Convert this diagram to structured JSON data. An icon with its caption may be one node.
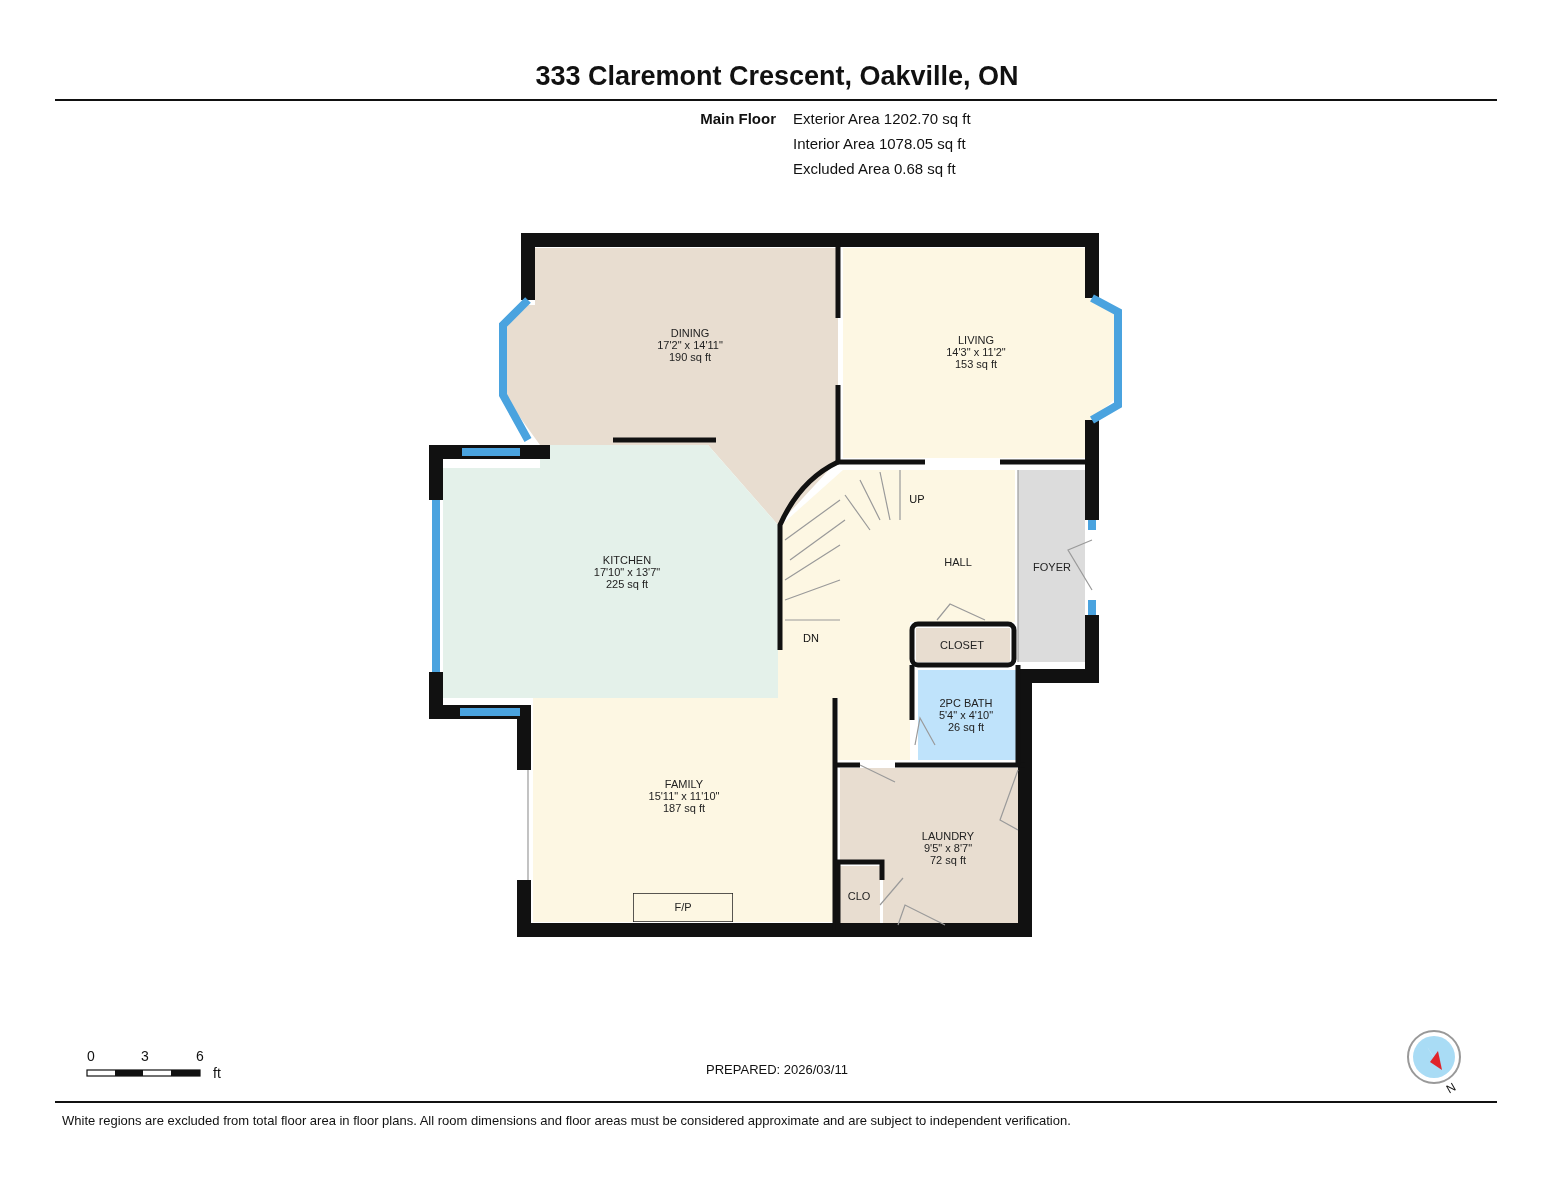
{
  "diagram": {
    "title": "333 Claremont Crescent, Oakville, ON",
    "nodes": [
      {
        "text": [
          "DINING",
          "17'2\" x 14'11\"",
          "190 sq ft"
        ]
      },
      {
        "text": [
          "LIVING",
          "14'3\" x 11'2\"",
          "153 sq ft"
        ]
      },
      {
        "text": [
          "KITCHEN",
          "17'10\" x 13'7\"",
          "225 sq ft"
        ]
      },
      {
        "text": [
          "HALL"
        ]
      },
      {
        "text": [
          "FOYER"
        ]
      },
      {
        "text": [
          "CLOSET"
        ]
      },
      {
        "text": [
          "2PC BATH",
          "5'4\" x 4'10\"",
          "26 sq ft"
        ]
      },
      {
        "text": [
          "FAMILY",
          "15'11\" x 11'10\"",
          "187 sq ft"
        ]
      },
      {
        "text": [
          "F/P"
        ],
        "in": 7
      },
      {
        "text": [
          "LAUNDRY",
          "9'5\" x 8'7\"",
          "72 sq ft"
        ]
      },
      {
        "text": [
          "CLO"
        ]
      }
    ],
    "labels": [
      "Main Floor",
      "Exterior Area 1202.70 sq ft",
      "Interior Area 1078.05 sq ft",
      "Excluded Area 0.68 sq ft",
      "UP",
      "DN",
      "0",
      "3",
      "6",
      "ft",
      "PREPARED: 2026/03/11",
      "N",
      "White regions are excluded from total floor area in floor plans. All room dimensions and floor areas must be considered approximate and are subject to independent verification."
    ]
  }
}
